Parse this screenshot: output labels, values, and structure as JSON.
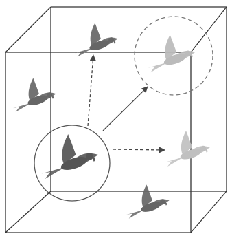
{
  "colors": {
    "background": "#ffffff",
    "edge": "#333333",
    "arrow": "#444444",
    "ghost_stroke": "#777777",
    "bird_body": "#5a5a5a",
    "bird_ghost": "#b8b8b8"
  },
  "icons": {
    "bird": "parrot-icon"
  },
  "legend": {
    "arrows": [
      {
        "name": "up",
        "style": "dashed"
      },
      {
        "name": "diagonal",
        "style": "solid"
      },
      {
        "name": "right",
        "style": "dashed"
      }
    ]
  }
}
